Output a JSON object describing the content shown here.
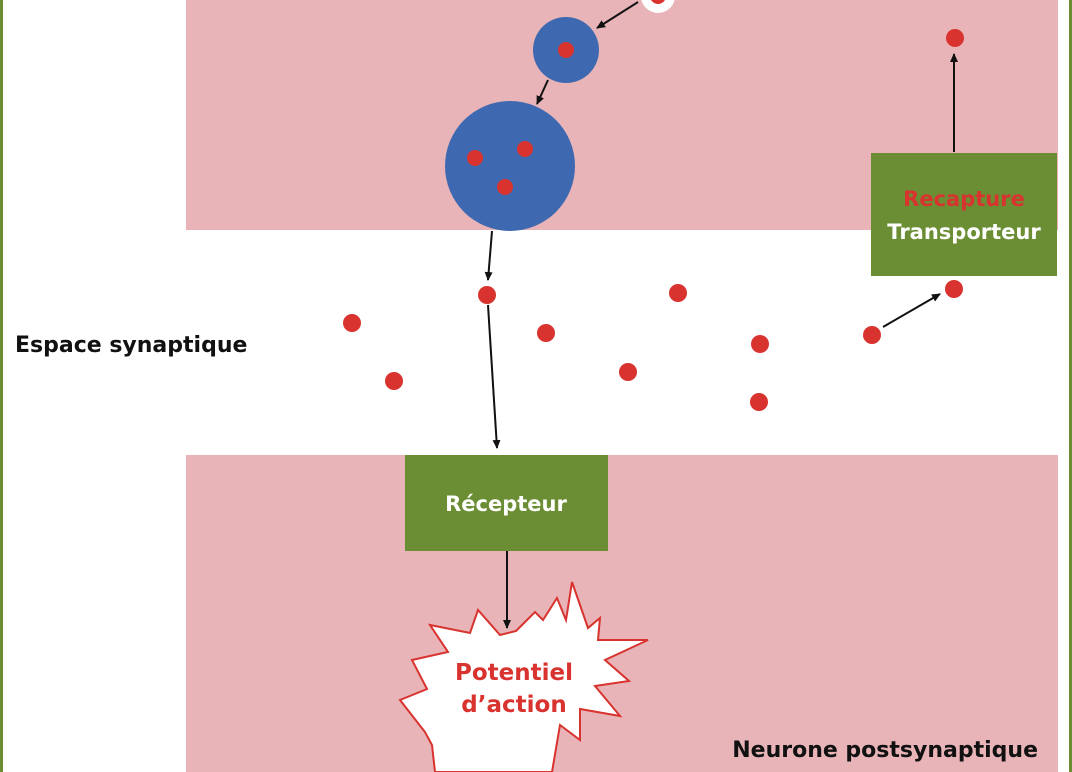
{
  "labels": {
    "synaptic_space": "Espace synaptique",
    "postsynaptic_neuron": "Neurone postsynaptique",
    "reuptake": "Recapture",
    "transporter": "Transporteur",
    "receptor": "Récepteur",
    "action_potential_line1": "Potentiel",
    "action_potential_line2": "d’action"
  },
  "colors": {
    "neuron": "#e8b4b8",
    "vesicle": "#3e69b0",
    "neurotransmitter": "#d8332e",
    "protein_box": "#6b8e34",
    "frame": "#6b8e34",
    "accent_text": "#d8332e",
    "box_text": "#ffffff",
    "label_text": "#111111"
  }
}
